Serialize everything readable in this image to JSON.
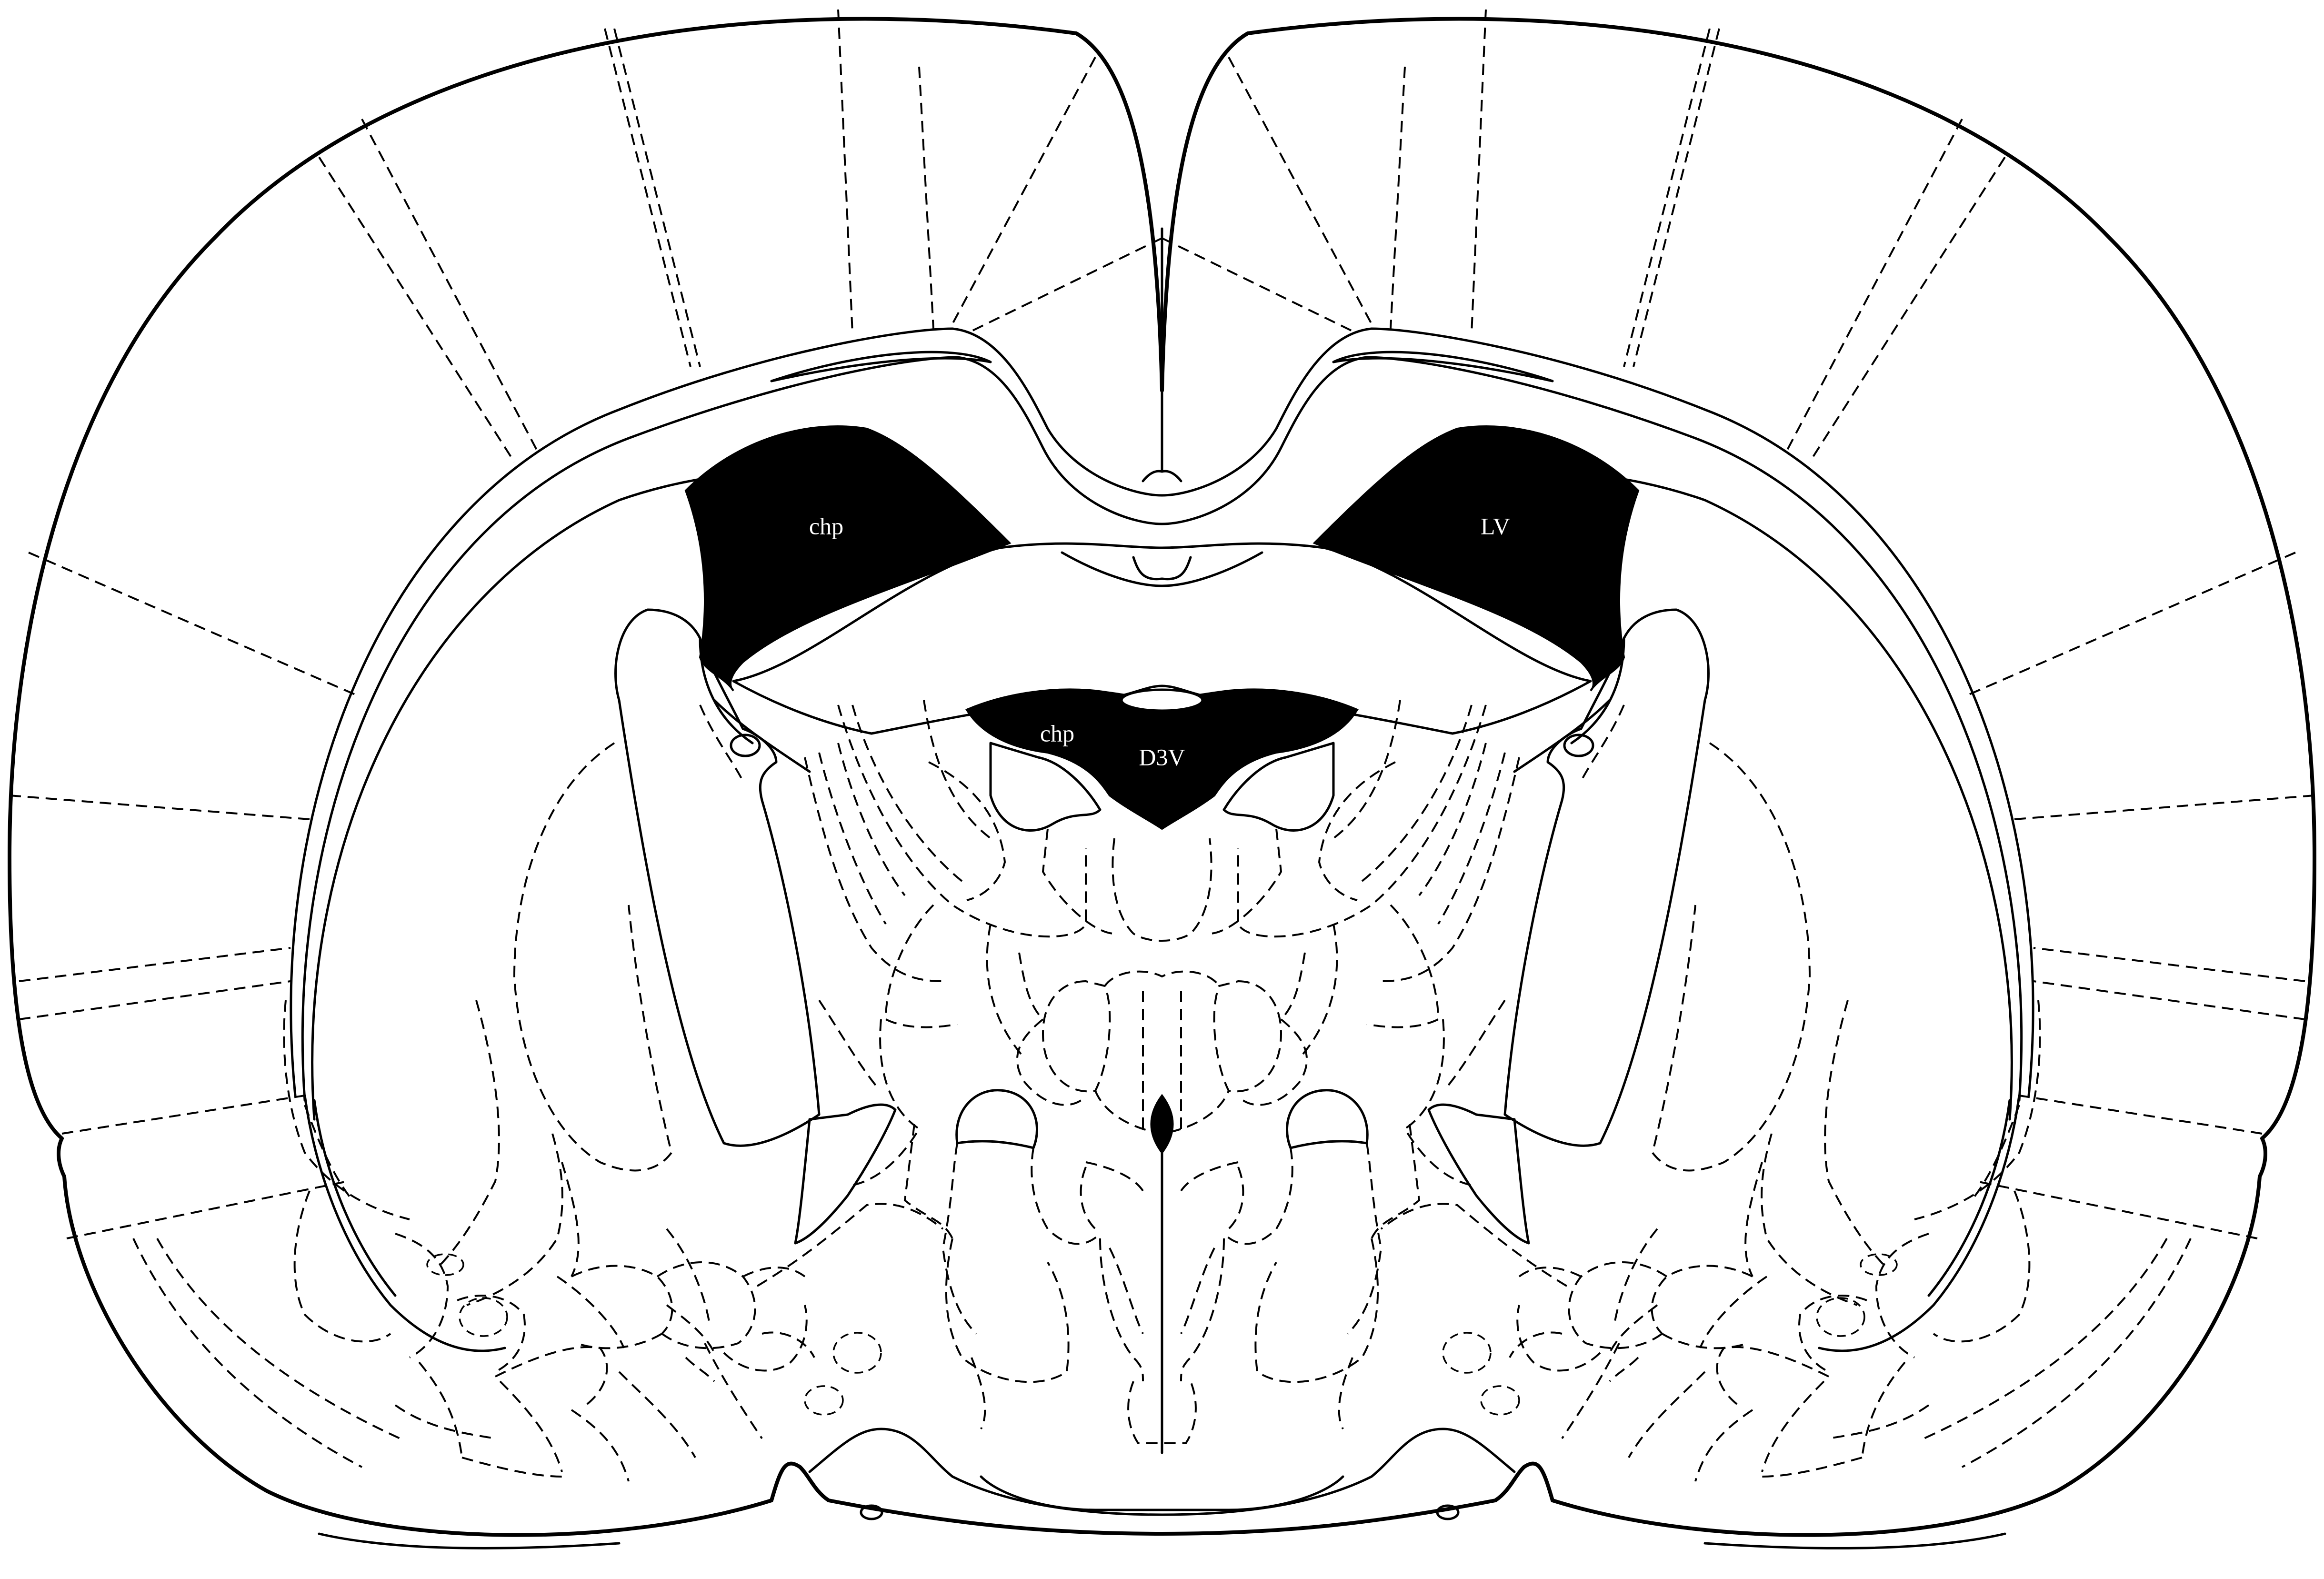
{
  "labels": {
    "chp_left": "chp",
    "lv_right": "LV",
    "chp_center": "chp",
    "d3v": "D3V"
  },
  "colors": {
    "line": "#000000",
    "background": "#ffffff",
    "ventricle_fill": "#000000",
    "label_text": "#ffffff"
  }
}
